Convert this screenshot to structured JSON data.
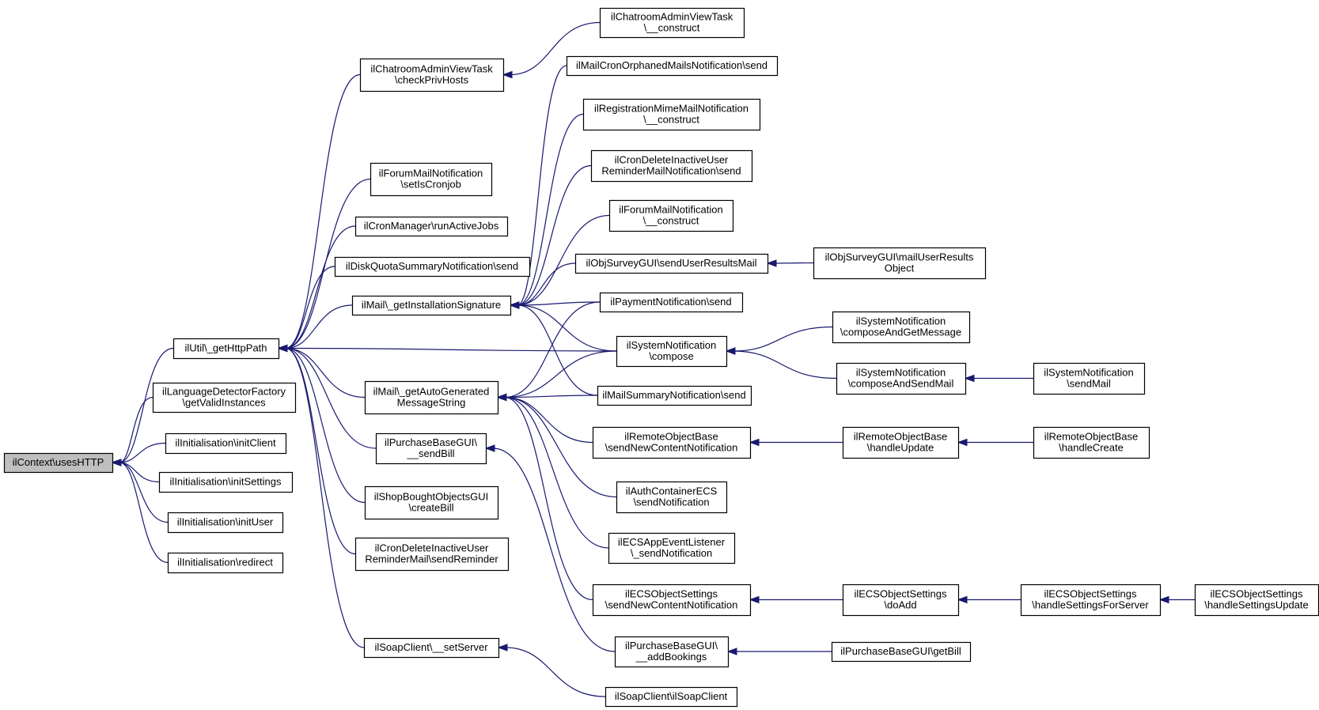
{
  "diagram": {
    "nodes": [
      {
        "id": "root",
        "lines": [
          "ilContext\\usesHTTP"
        ],
        "root": true
      },
      {
        "id": "getHttpPath",
        "lines": [
          "ilUtil\\_getHttpPath"
        ]
      },
      {
        "id": "langDetector",
        "lines": [
          "ilLanguageDetectorFactory",
          "\\getValidInstances"
        ]
      },
      {
        "id": "initClient",
        "lines": [
          "ilInitialisation\\initClient"
        ]
      },
      {
        "id": "initSettings",
        "lines": [
          "ilInitialisation\\initSettings"
        ]
      },
      {
        "id": "initUser",
        "lines": [
          "ilInitialisation\\initUser"
        ]
      },
      {
        "id": "redirect",
        "lines": [
          "ilInitialisation\\redirect"
        ]
      },
      {
        "id": "checkPriv",
        "lines": [
          "ilChatroomAdminViewTask",
          "\\checkPrivHosts"
        ]
      },
      {
        "id": "forumCron",
        "lines": [
          "ilForumMailNotification",
          "\\setIsCronjob"
        ]
      },
      {
        "id": "cronMgr",
        "lines": [
          "ilCronManager\\runActiveJobs"
        ]
      },
      {
        "id": "diskQuota",
        "lines": [
          "ilDiskQuotaSummaryNotification\\send"
        ]
      },
      {
        "id": "installSig",
        "lines": [
          "ilMail\\_getInstallationSignature"
        ]
      },
      {
        "id": "autoGen",
        "lines": [
          "ilMail\\_getAutoGenerated",
          "MessageString"
        ]
      },
      {
        "id": "sendBill",
        "lines": [
          "ilPurchaseBaseGUI\\",
          "__sendBill"
        ]
      },
      {
        "id": "createBill",
        "lines": [
          "ilShopBoughtObjectsGUI",
          "\\createBill"
        ]
      },
      {
        "id": "sendReminder",
        "lines": [
          "ilCronDeleteInactiveUser",
          "ReminderMail\\sendReminder"
        ]
      },
      {
        "id": "setServer",
        "lines": [
          "ilSoapClient\\__setServer"
        ]
      },
      {
        "id": "chatConstruct",
        "lines": [
          "ilChatroomAdminViewTask",
          "\\__construct"
        ]
      },
      {
        "id": "orphaned",
        "lines": [
          "ilMailCronOrphanedMailsNotification\\send"
        ]
      },
      {
        "id": "regMime",
        "lines": [
          "ilRegistrationMimeMailNotification",
          "\\__construct"
        ]
      },
      {
        "id": "cronDelete",
        "lines": [
          "ilCronDeleteInactiveUser",
          "ReminderMailNotification\\send"
        ]
      },
      {
        "id": "forumConstruct",
        "lines": [
          "ilForumMailNotification",
          "\\__construct"
        ]
      },
      {
        "id": "surveySend",
        "lines": [
          "ilObjSurveyGUI\\sendUserResultsMail"
        ]
      },
      {
        "id": "paymentSend",
        "lines": [
          "ilPaymentNotification\\send"
        ]
      },
      {
        "id": "sysCompose",
        "lines": [
          "ilSystemNotification",
          "\\compose"
        ]
      },
      {
        "id": "mailSummary",
        "lines": [
          "ilMailSummaryNotification\\send"
        ]
      },
      {
        "id": "remoteSendNew",
        "lines": [
          "ilRemoteObjectBase",
          "\\sendNewContentNotification"
        ]
      },
      {
        "id": "authECS",
        "lines": [
          "ilAuthContainerECS",
          "\\sendNotification"
        ]
      },
      {
        "id": "ecsApp",
        "lines": [
          "ilECSAppEventListener",
          "\\_sendNotification"
        ]
      },
      {
        "id": "ecsObjSend",
        "lines": [
          "ilECSObjectSettings",
          "\\sendNewContentNotification"
        ]
      },
      {
        "id": "addBookings",
        "lines": [
          "ilPurchaseBaseGUI\\",
          "__addBookings"
        ]
      },
      {
        "id": "soapClient",
        "lines": [
          "ilSoapClient\\ilSoapClient"
        ]
      },
      {
        "id": "mailUserResults",
        "lines": [
          "ilObjSurveyGUI\\mailUserResults",
          "Object"
        ]
      },
      {
        "id": "composeAndGet",
        "lines": [
          "ilSystemNotification",
          "\\composeAndGetMessage"
        ]
      },
      {
        "id": "composeAndSend",
        "lines": [
          "ilSystemNotification",
          "\\composeAndSendMail"
        ]
      },
      {
        "id": "sysSendMail",
        "lines": [
          "ilSystemNotification",
          "\\sendMail"
        ]
      },
      {
        "id": "handleUpdate",
        "lines": [
          "ilRemoteObjectBase",
          "\\handleUpdate"
        ]
      },
      {
        "id": "handleCreate",
        "lines": [
          "ilRemoteObjectBase",
          "\\handleCreate"
        ]
      },
      {
        "id": "doAdd",
        "lines": [
          "ilECSObjectSettings",
          "\\doAdd"
        ]
      },
      {
        "id": "handleSettingsForServer",
        "lines": [
          "ilECSObjectSettings",
          "\\handleSettingsForServer"
        ]
      },
      {
        "id": "handleSettingsUpdate",
        "lines": [
          "ilECSObjectSettings",
          "\\handleSettingsUpdate"
        ]
      },
      {
        "id": "getBill",
        "lines": [
          "ilPurchaseBaseGUI\\getBill"
        ]
      }
    ]
  }
}
